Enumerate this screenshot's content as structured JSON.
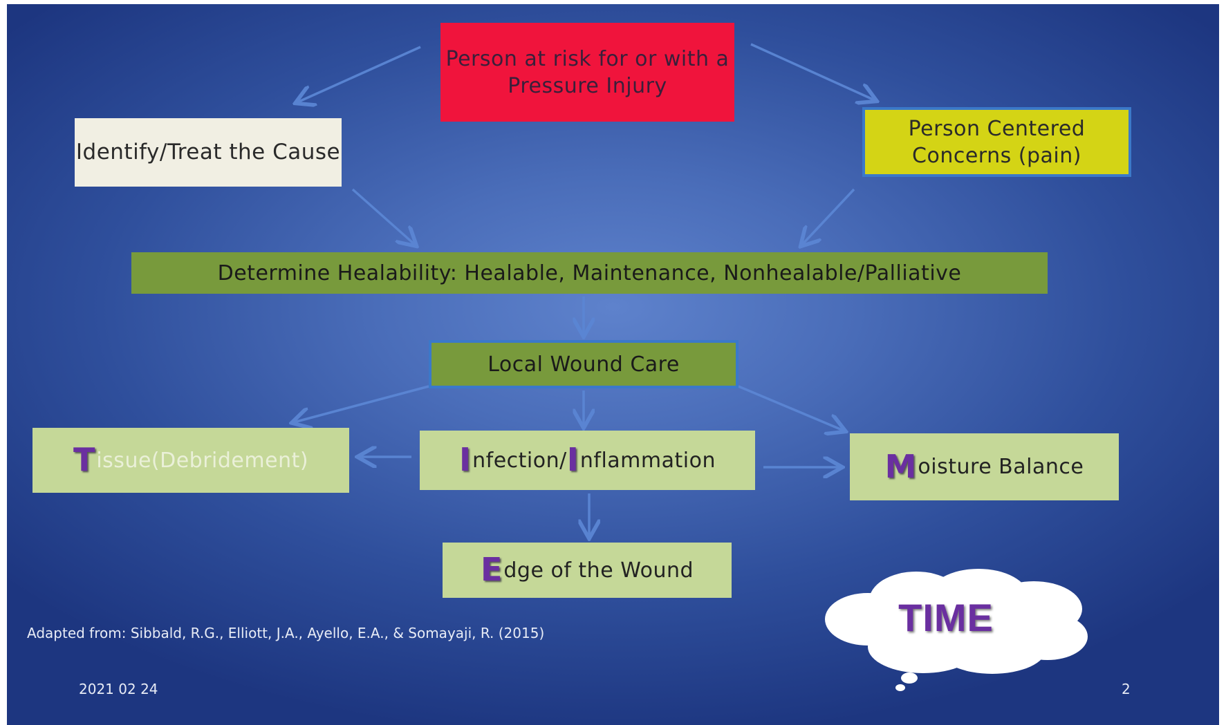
{
  "nodes": {
    "risk": "Person at risk for or with a Pressure Injury",
    "identify": "Identify/Treat the Cause",
    "person_centered": "Person Centered Concerns (pain)",
    "healability": "Determine Healability: Healable, Maintenance, Nonhealable/Palliative",
    "local_care": "Local Wound Care",
    "tissue": {
      "initial": "T",
      "rest": "issue(Debridement)"
    },
    "infection": {
      "initial_1": "I",
      "middle": "nfection/",
      "initial_2": "I",
      "rest": "nflammation"
    },
    "moisture": {
      "initial": "M",
      "rest": "oisture Balance"
    },
    "edge": {
      "initial": "E",
      "rest": "dge of the Wound"
    }
  },
  "cloud_label": "TIME",
  "citation": "Adapted from: Sibbald, R.G., Elliott, J.A., Ayello, E.A.,  & Somayaji, R. (2015)",
  "footer": {
    "date": "2021 02 24",
    "page_number": "2"
  },
  "colors": {
    "risk_fill": "#f0143c",
    "identify_fill": "#f1efe3",
    "person_fill": "#d4d415",
    "dark_green_fill": "#789a3c",
    "light_green_fill": "#c5d898",
    "accent_purple": "#6a2fa0",
    "arrow": "#5b86d4",
    "background": "#3d5fae"
  },
  "edges": [
    {
      "from": "risk",
      "to": "identify"
    },
    {
      "from": "risk",
      "to": "person_centered"
    },
    {
      "from": "identify",
      "to": "healability"
    },
    {
      "from": "person_centered",
      "to": "healability"
    },
    {
      "from": "healability",
      "to": "local_care"
    },
    {
      "from": "local_care",
      "to": "tissue"
    },
    {
      "from": "local_care",
      "to": "infection"
    },
    {
      "from": "local_care",
      "to": "moisture"
    },
    {
      "from": "infection",
      "to": "tissue"
    },
    {
      "from": "infection",
      "to": "moisture"
    },
    {
      "from": "infection",
      "to": "edge"
    }
  ]
}
